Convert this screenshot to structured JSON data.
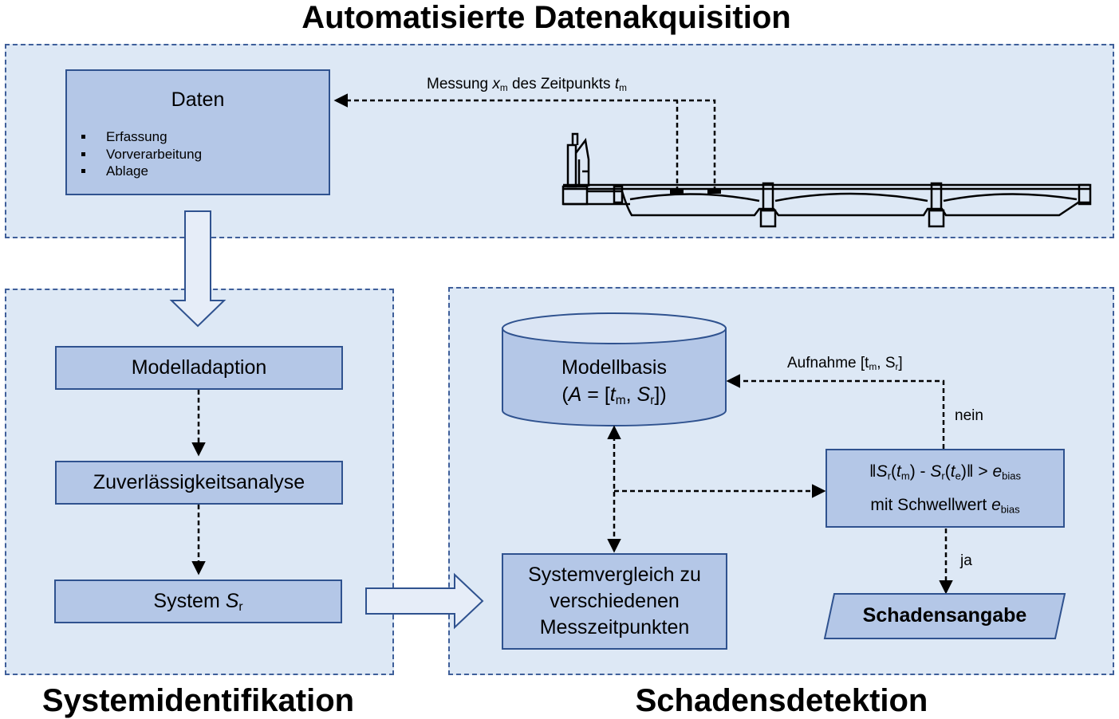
{
  "titles": {
    "acquisition": "Automatisierte Datenakquisition",
    "identification": "Systemidentifikation",
    "detection": "Schadensdetektion"
  },
  "daten": {
    "title": "Daten",
    "items": [
      "Erfassung",
      "Vorverarbeitung",
      "Ablage"
    ]
  },
  "measurement": {
    "text_before": "Messung ",
    "var": "x",
    "var_sub": "m",
    "text_mid": " des Zeitpunkts ",
    "time_var": "t",
    "time_sub": "m"
  },
  "identification": {
    "modelladaption": "Modelladaption",
    "zuverlaessigkeit": "Zuverlässigkeitsanalyse",
    "system_prefix": "System ",
    "system_var": "S",
    "system_sub": "r"
  },
  "detection": {
    "modellbasis_title": "Modellbasis",
    "modellbasis_formula": "(A = [tm, Sr])",
    "aufnahme": "Aufnahme [tm, Sr]",
    "nein": "nein",
    "ja": "ja",
    "condition": "‖Sr(tm) - Sr(te)‖ > ebias",
    "threshold": "mit Schwellwert ebias",
    "systemvergleich": [
      "Systemvergleich zu",
      "verschiedenen",
      "Messzeitpunkten"
    ],
    "schadensangabe": "Schadensangabe"
  },
  "icons": [
    "bridge-icon",
    "block-arrow-down-icon",
    "block-arrow-right-icon",
    "database-cylinder-icon"
  ],
  "colors": {
    "section_fill": "#dde8f5",
    "section_border": "#3f5f9a",
    "box_fill": "#b4c7e7",
    "box_border": "#2f528f"
  }
}
